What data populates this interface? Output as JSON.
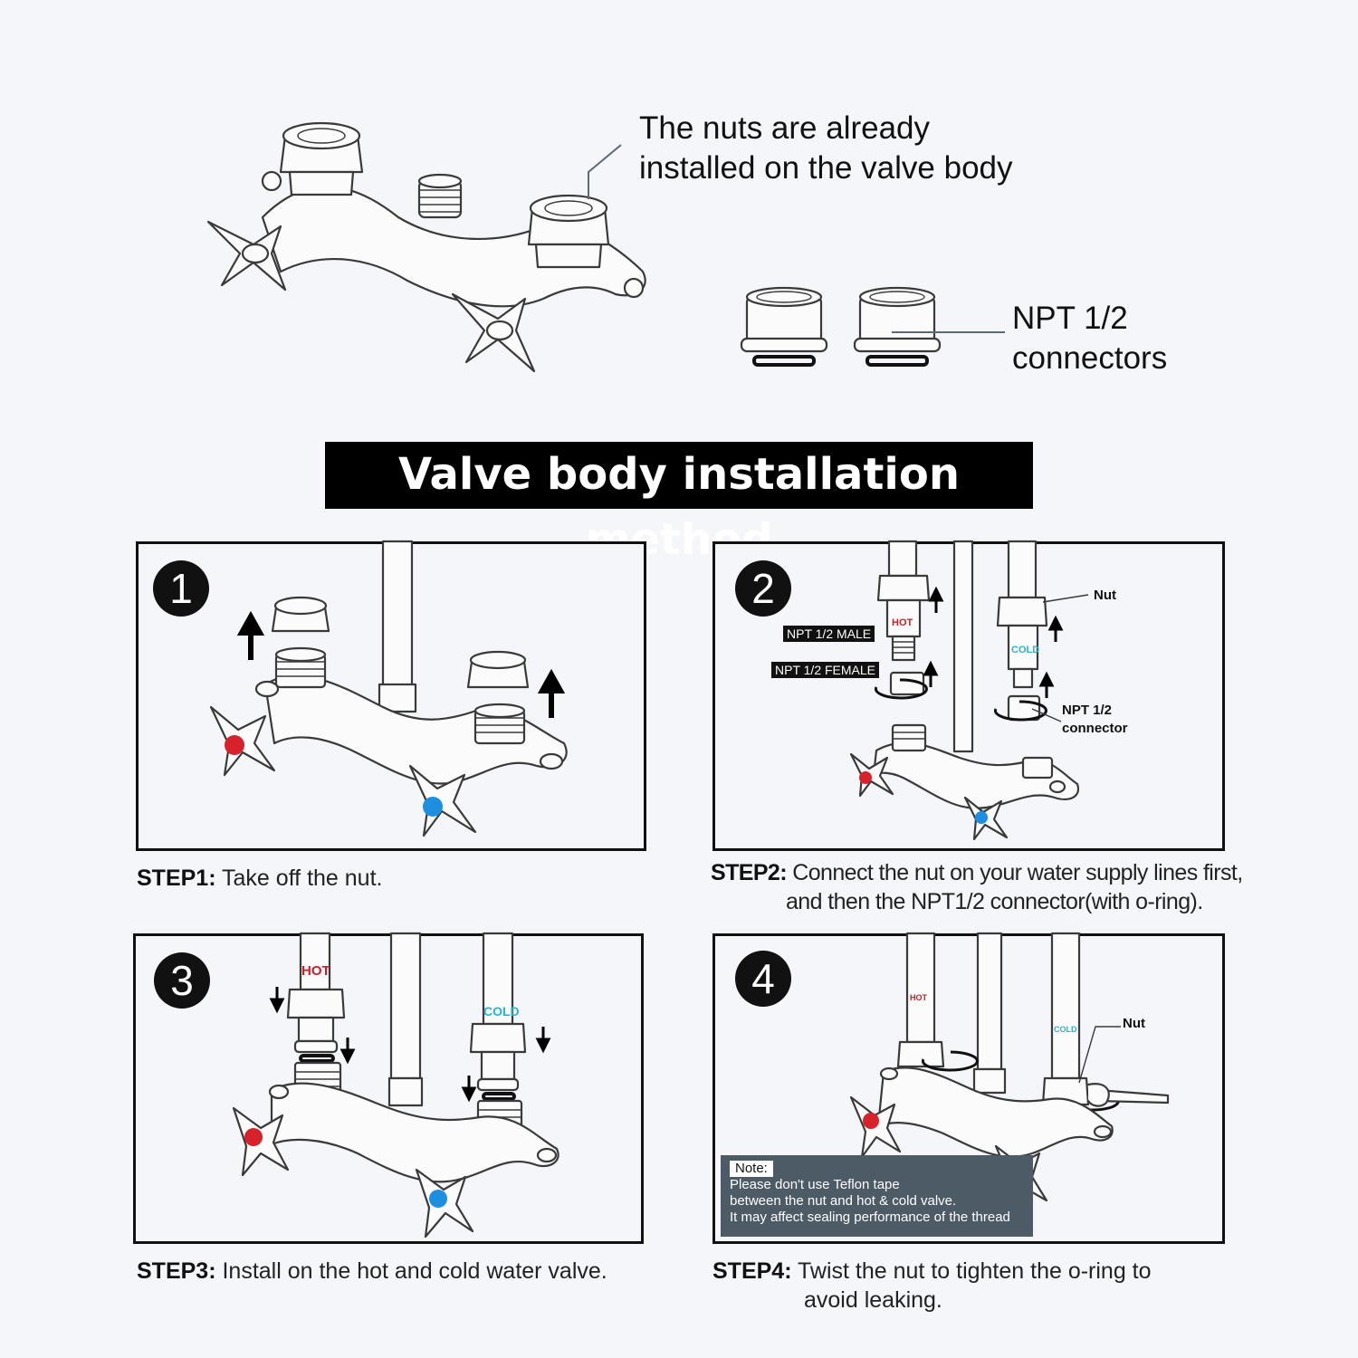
{
  "top": {
    "nuts_callout": [
      "The nuts are already",
      "installed on the valve body"
    ],
    "connectors_callout": [
      "NPT 1/2",
      "connectors"
    ]
  },
  "banner": "Valve body installation method",
  "steps": [
    {
      "num": "1",
      "label": "STEP1:",
      "text": "Take off the nut."
    },
    {
      "num": "2",
      "label": "STEP2:",
      "text": "Connect the nut on your water supply lines first,",
      "text2": "and then the NPT1/2 connector(with o-ring)."
    },
    {
      "num": "3",
      "label": "STEP3:",
      "text": "Install on the hot and cold water valve."
    },
    {
      "num": "4",
      "label": "STEP4:",
      "text": "Twist the nut to tighten the o-ring to",
      "text2": "avoid leaking."
    }
  ],
  "panel2": {
    "hot": "HOT",
    "cold": "COLD",
    "nut": "Nut",
    "male": "NPT 1/2 MALE",
    "female": "NPT 1/2 FEMALE",
    "connector": [
      "NPT 1/2",
      "connector"
    ]
  },
  "panel3": {
    "hot": "HOT",
    "cold": "COLD"
  },
  "panel4": {
    "hot": "HOT",
    "cold": "COLD",
    "nut": "Nut",
    "note_title": "Note:",
    "note_lines": [
      "Please don't use Teflon tape",
      "between the nut and hot & cold valve.",
      "It may affect sealing performance of the thread"
    ]
  },
  "colors": {
    "hot": "#d8222b",
    "cold": "#1e8fe0",
    "hot_text": "#c81f2a",
    "cold_text": "#2bb5c8",
    "note_bg": "#4d5b67"
  }
}
